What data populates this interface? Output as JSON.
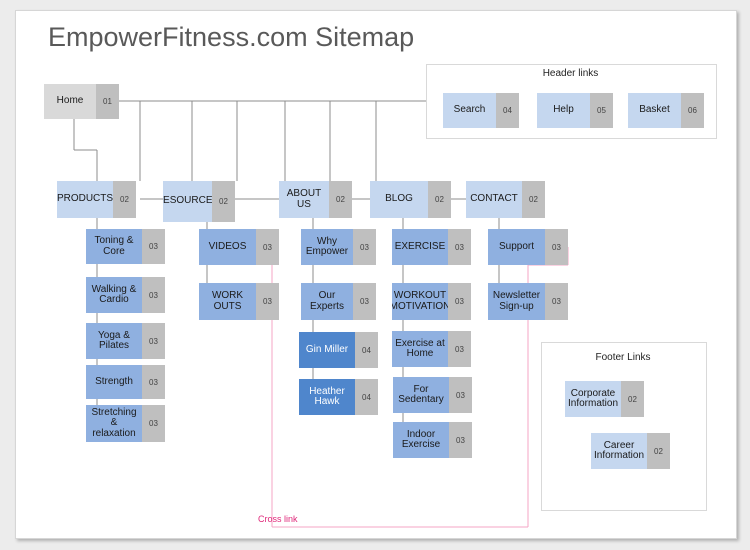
{
  "title": "EmpowerFitness.com Sitemap",
  "colors": {
    "grey_node": "#d9d9d9",
    "light_node": "#c5d7ef",
    "mid_node": "#8fb0e0",
    "dark_node": "#4f86cc",
    "number_tab": "#bfbfbf",
    "connector": "#8c8c8c",
    "cross_link": "#f4a6c6"
  },
  "header_group": {
    "title": "Header  links"
  },
  "footer_group": {
    "title": "Footer Links"
  },
  "cross_link_label": "Cross link",
  "nodes": [
    {
      "id": "home",
      "label": "Home",
      "num": "01",
      "style": "grey"
    },
    {
      "id": "search",
      "label": "Search",
      "num": "04",
      "style": "light"
    },
    {
      "id": "help",
      "label": "Help",
      "num": "05",
      "style": "light"
    },
    {
      "id": "basket",
      "label": "Basket",
      "num": "06",
      "style": "light"
    },
    {
      "id": "products",
      "label": "PRODUCTS",
      "num": "02",
      "style": "light"
    },
    {
      "id": "resources",
      "label": "RESOURCES",
      "num": "02",
      "style": "light"
    },
    {
      "id": "about",
      "label": "ABOUT US",
      "num": "02",
      "style": "light"
    },
    {
      "id": "blog",
      "label": "BLOG",
      "num": "02",
      "style": "light"
    },
    {
      "id": "contact",
      "label": "CONTACT",
      "num": "02",
      "style": "light"
    },
    {
      "id": "toning",
      "label": "Toning & Core",
      "num": "03",
      "style": "mid"
    },
    {
      "id": "walking",
      "label": "Walking & Cardio",
      "num": "03",
      "style": "mid"
    },
    {
      "id": "yoga",
      "label": "Yoga & Pilates",
      "num": "03",
      "style": "mid"
    },
    {
      "id": "strength",
      "label": "Strength",
      "num": "03",
      "style": "mid"
    },
    {
      "id": "stretching",
      "label": "Stretching & relaxation",
      "num": "03",
      "style": "mid"
    },
    {
      "id": "videos",
      "label": "VIDEOS",
      "num": "03",
      "style": "mid"
    },
    {
      "id": "workouts",
      "label": "WORK OUTS",
      "num": "03",
      "style": "mid"
    },
    {
      "id": "why",
      "label": "Why Empower",
      "num": "03",
      "style": "mid"
    },
    {
      "id": "experts",
      "label": "Our Experts",
      "num": "03",
      "style": "mid"
    },
    {
      "id": "gin",
      "label": "Gin Miller",
      "num": "04",
      "style": "dark"
    },
    {
      "id": "heather",
      "label": "Heather Hawk",
      "num": "04",
      "style": "dark"
    },
    {
      "id": "exercise",
      "label": "EXERCISE",
      "num": "03",
      "style": "mid"
    },
    {
      "id": "motivation",
      "label": "WORKOUT MOTIVATION",
      "num": "03",
      "style": "mid"
    },
    {
      "id": "athome",
      "label": "Exercise at Home",
      "num": "03",
      "style": "mid"
    },
    {
      "id": "sedentary",
      "label": "For Sedentary",
      "num": "03",
      "style": "mid"
    },
    {
      "id": "indoor",
      "label": "Indoor Exercise",
      "num": "03",
      "style": "mid"
    },
    {
      "id": "support",
      "label": "Support",
      "num": "03",
      "style": "mid"
    },
    {
      "id": "newsletter",
      "label": "Newsletter Sign-up",
      "num": "03",
      "style": "mid"
    },
    {
      "id": "corporate",
      "label": "Corporate Information",
      "num": "02",
      "style": "light"
    },
    {
      "id": "career",
      "label": "Career Information",
      "num": "02",
      "style": "light"
    }
  ]
}
